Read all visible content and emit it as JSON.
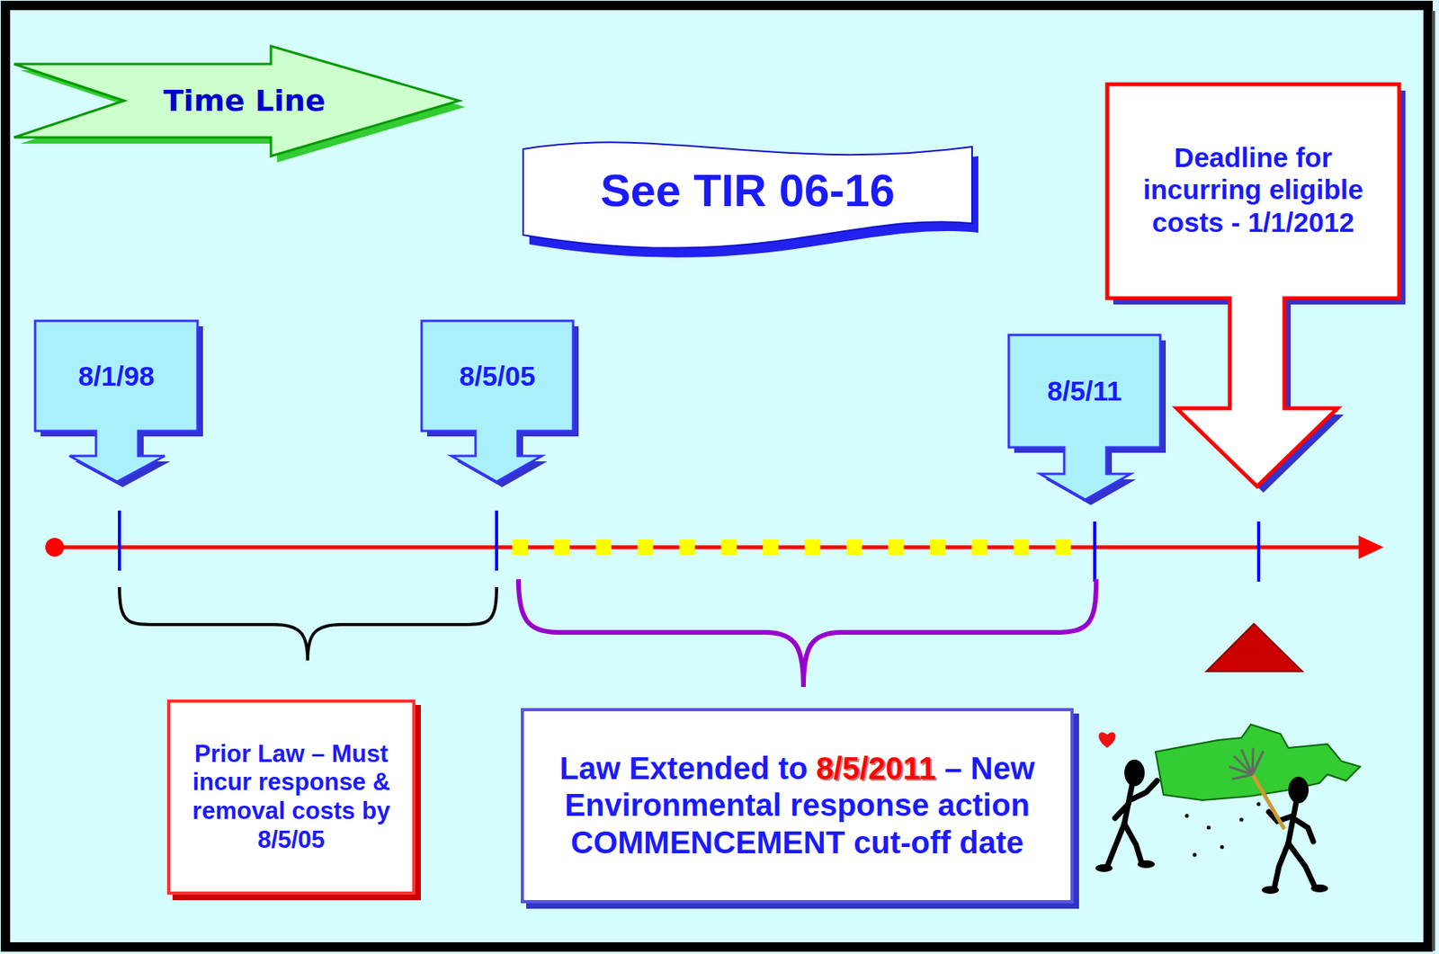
{
  "diagram": {
    "nodes": [
      {
        "text": [
          "Time Line"
        ]
      },
      {
        "text": [
          "See TIR 06-16"
        ]
      },
      {
        "text": [
          "Deadline for incurring eligible costs - 1/1/2012"
        ]
      },
      {
        "text": [
          "8/1/98"
        ]
      },
      {
        "text": [
          "8/5/05"
        ]
      },
      {
        "text": [
          "8/5/11"
        ]
      },
      {
        "text": [
          "Prior Law – Must incur response & removal costs by 8/5/05"
        ]
      },
      {
        "text": [
          "Law Extended to",
          "8/5/2011",
          "– New Environmental response action COMMENCEMENT cut-off date"
        ]
      }
    ]
  }
}
